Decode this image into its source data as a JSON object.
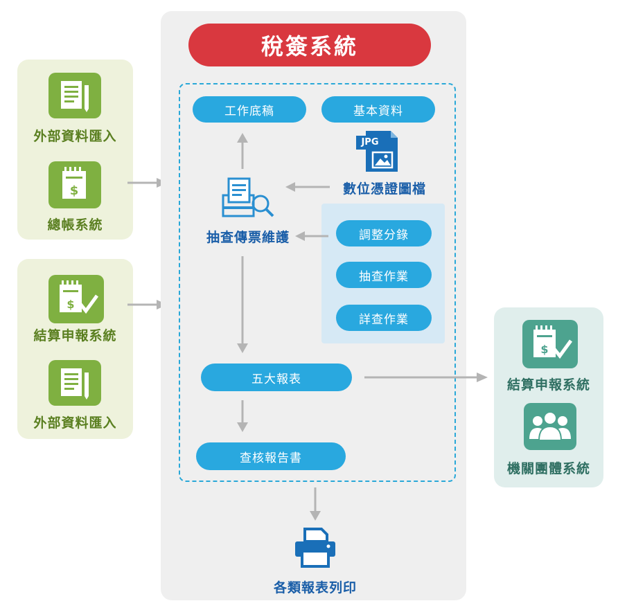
{
  "title": "稅簽系統",
  "left_top": {
    "items": [
      {
        "label": "外部資料匯入",
        "icon": "document-pencil-icon"
      },
      {
        "label": "總帳系統",
        "icon": "ledger-dollar-icon"
      }
    ]
  },
  "left_bottom": {
    "items": [
      {
        "label": "結算申報系統",
        "icon": "ledger-check-icon"
      },
      {
        "label": "外部資料匯入",
        "icon": "document-pencil-icon"
      }
    ]
  },
  "right": {
    "items": [
      {
        "label": "結算申報系統",
        "icon": "ledger-check-icon"
      },
      {
        "label": "機關團體系統",
        "icon": "people-group-icon"
      }
    ]
  },
  "center": {
    "workpaper": "工作底稿",
    "basic_data": "基本資料",
    "jpg_badge": "JPG",
    "digital_voucher": "數位憑證圖檔",
    "voucher_maintenance": "抽查傳票維護",
    "sub_items": [
      "調整分錄",
      "抽查作業",
      "詳查作業"
    ],
    "five_reports": "五大報表",
    "audit_report": "查核報告書",
    "print_label": "各類報表列印"
  },
  "colors": {
    "title_red": "#d9383f",
    "pill_blue": "#29a8df",
    "icon_green": "#7fb041",
    "icon_teal": "#4da38f",
    "arrow_gray": "#b4b4b4"
  }
}
